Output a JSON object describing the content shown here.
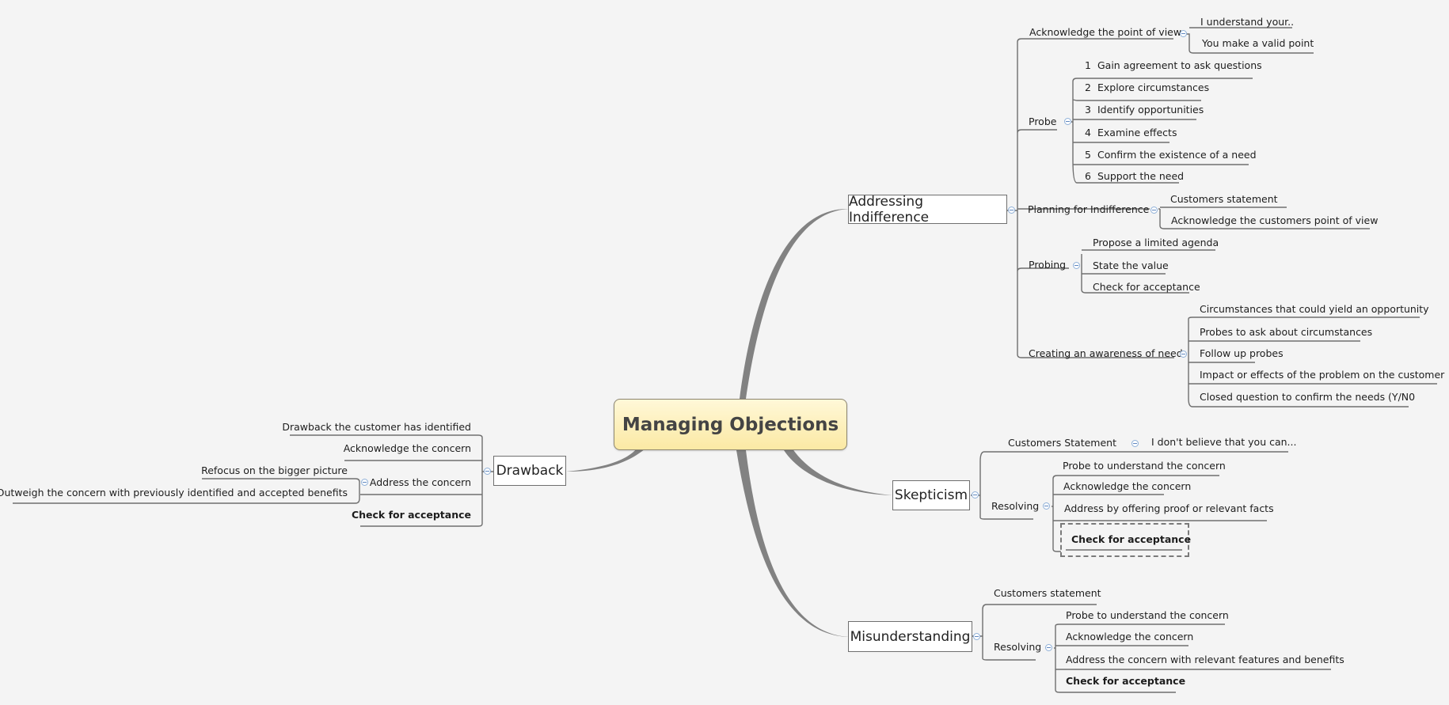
{
  "central": "Managing Objections",
  "branches": {
    "indifference": {
      "title": "Addressing Indifference",
      "ack": {
        "label": "Acknowledge the point of view",
        "items": [
          "I understand your..",
          "You make a valid point"
        ]
      },
      "probe": {
        "label": "Probe",
        "items": [
          {
            "num": "1",
            "text": "Gain agreement to ask questions"
          },
          {
            "num": "2",
            "text": "Explore circumstances"
          },
          {
            "num": "3",
            "text": "Identify opportunities"
          },
          {
            "num": "4",
            "text": "Examine effects"
          },
          {
            "num": "5",
            "text": "Confirm the existence of a need"
          },
          {
            "num": "6",
            "text": "Support the need"
          }
        ]
      },
      "planning": {
        "label": "Planning for Indifference",
        "items": [
          "Customers statement",
          "Acknowledge the customers point of view"
        ]
      },
      "probing": {
        "label": "Probing",
        "items": [
          "Propose a limited agenda",
          "State the value",
          "Check for acceptance"
        ]
      },
      "awareness": {
        "label": "Creating an awareness of need",
        "items": [
          "Circumstances that could yield an opportunity",
          "Probes to ask about circumstances",
          "Follow up probes",
          "Impact or effects of the problem on the customer",
          "Closed question to confirm the needs (Y/N0"
        ]
      }
    },
    "skepticism": {
      "title": "Skepticism",
      "statement": {
        "label": "Customers Statement",
        "items": [
          "I don't believe that you can..."
        ]
      },
      "resolving": {
        "label": "Resolving",
        "items": [
          "Probe to understand the concern",
          "Acknowledge the concern",
          "Address by offering proof or relevant facts",
          "Check for acceptance"
        ]
      }
    },
    "misunderstanding": {
      "title": "Misunderstanding",
      "statement": "Customers statement",
      "resolving": {
        "label": "Resolving",
        "items": [
          "Probe to understand the concern",
          "Acknowledge the concern",
          "Address the concern with relevant features and benefits",
          "Check for acceptance"
        ]
      }
    },
    "drawback": {
      "title": "Drawback",
      "items": [
        "Drawback the customer has identified",
        "Acknowledge the concern",
        "Address the concern",
        "Check for acceptance"
      ],
      "address_items": [
        "Refocus on the bigger picture",
        "Outweigh the concern with previously identified and accepted benefits"
      ]
    }
  },
  "colors": {
    "line": "#6f6f6f",
    "thick": "#828282",
    "central_fill": "#fbe9a4",
    "toggle": "#8fb0d8"
  }
}
